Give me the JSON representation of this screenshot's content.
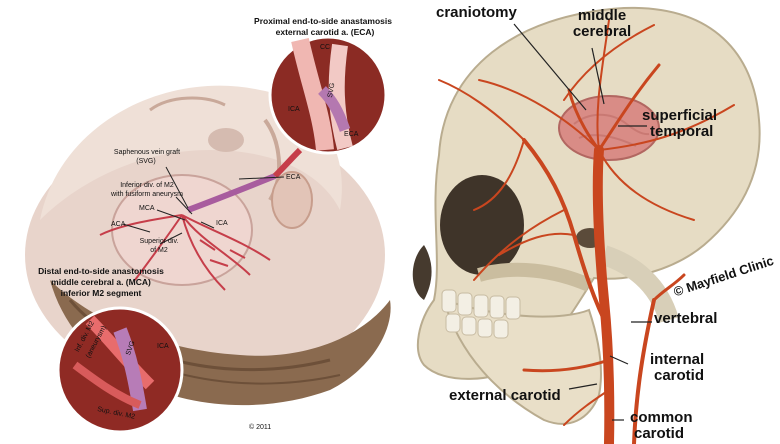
{
  "left_panel": {
    "proximal_title": "Proximal end-to-side anastamosis",
    "proximal_subtitle": "external carotid a. (ECA)",
    "inset_top_labels": {
      "cc": "CC",
      "ica": "ICA",
      "svg": "SVG",
      "eca": "ECA"
    },
    "main_labels": {
      "saphenous": "Saphenous vein graft",
      "svg": "(SVG)",
      "inferior_div": "Inferior div. of M2",
      "fusiform": "with fusiform aneurysm",
      "mca": "MCA",
      "aca": "ACA",
      "ica": "ICA",
      "eca": "ECA",
      "superior_div_1": "Superior div.",
      "superior_div_2": "of M2"
    },
    "distal_title_1": "Distal end-to-side anastomosis",
    "distal_title_2": "middle cerebral a. (MCA)",
    "distal_title_3": "inferior M2 segment",
    "inset_bottom_labels": {
      "inf_div": "Inf. div. M2",
      "aneurysm": "(aneurysm)",
      "svg": "SVG",
      "ica": "ICA",
      "sup_div": "Sup. div. M2"
    },
    "copyright": "© 2011"
  },
  "right_panel": {
    "labels": {
      "craniotomy": "craniotomy",
      "middle_cerebral_1": "middle",
      "middle_cerebral_2": "cerebral",
      "superficial_temporal_1": "superficial",
      "superficial_temporal_2": "temporal",
      "vertebral": "vertebral",
      "internal_carotid_1": "internal",
      "internal_carotid_2": "carotid",
      "external_carotid": "external carotid",
      "common_carotid_1": "common",
      "common_carotid_2": "carotid"
    },
    "watermark": "© Mayfield Clinic"
  },
  "colors": {
    "artery": "#c9461f",
    "skull": "#e6dcc4",
    "skull_shadow": "#b9ac8f",
    "scalp": "#ead8cd",
    "hair": "#8a6a4f",
    "brain_pink": "#d98c86"
  }
}
